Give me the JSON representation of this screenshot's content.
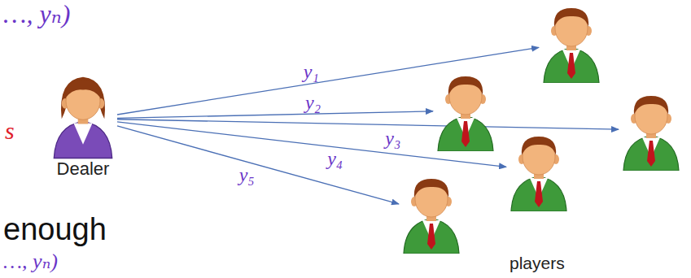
{
  "diagram": {
    "nodes": [
      {
        "text": [
          "Dealer"
        ]
      },
      {
        "text": []
      },
      {
        "text": []
      },
      {
        "text": []
      },
      {
        "text": []
      },
      {
        "text": []
      }
    ],
    "edges": [
      {
        "from": 0,
        "to": 1,
        "label": "y₁",
        "arrow": "to"
      },
      {
        "from": 0,
        "to": 2,
        "label": "y₂",
        "arrow": "to"
      },
      {
        "from": 0,
        "to": 3,
        "label": "y₃",
        "arrow": "to"
      },
      {
        "from": 0,
        "to": 4,
        "label": "y₄",
        "arrow": "to"
      },
      {
        "from": 0,
        "to": 5,
        "label": "y₅",
        "arrow": "to"
      }
    ],
    "labels": [
      "…, yₙ)",
      "s",
      "enough",
      "…, yₙ)",
      "players"
    ]
  }
}
